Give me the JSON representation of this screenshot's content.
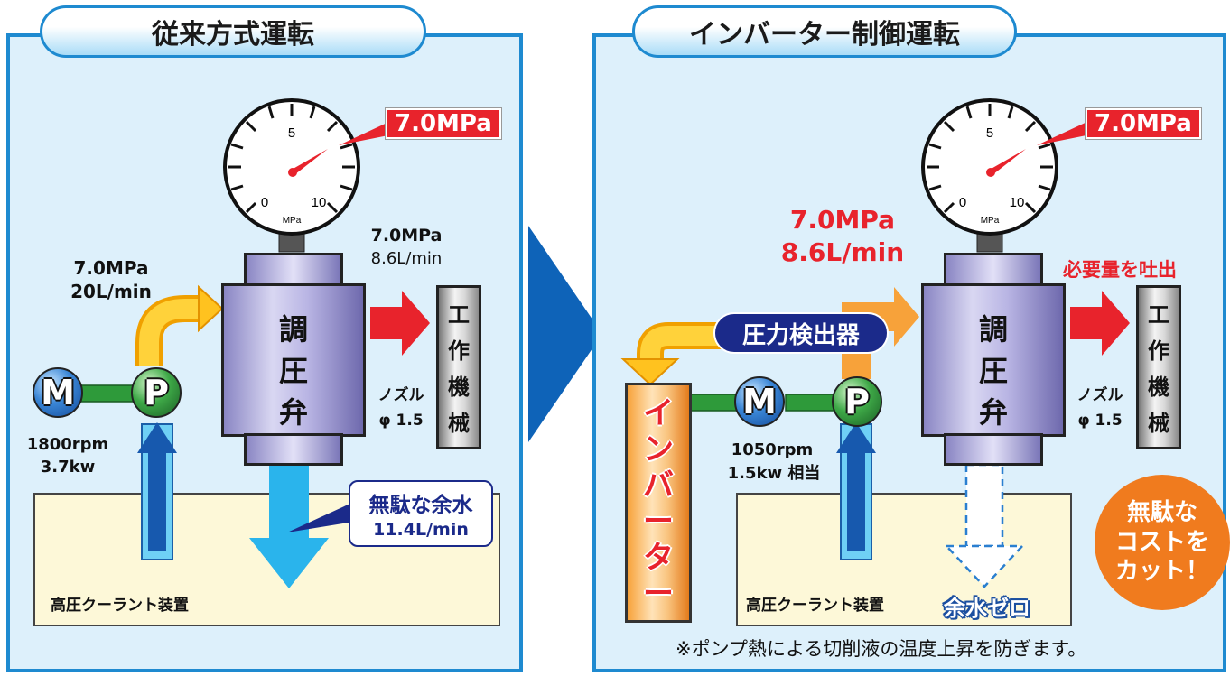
{
  "left": {
    "title": "従来方式運転",
    "gauge": {
      "tick0": "0",
      "tick5": "5",
      "tick10": "10",
      "unit": "MPa"
    },
    "pressure_tag": "7.0MPa",
    "inlet": {
      "pressure": "7.0MPa",
      "flow": "20L/min"
    },
    "outlet": {
      "pressure": "7.0MPa",
      "flow": "8.6L/min"
    },
    "valve_label": [
      "調",
      "圧",
      "弁"
    ],
    "machine_label": [
      "工",
      "作",
      "機",
      "械"
    ],
    "nozzle": {
      "name": "ノズル",
      "size": "φ 1.5"
    },
    "motor": "M",
    "pump": "P",
    "motor_spec": {
      "rpm": "1800rpm",
      "power": "3.7kw"
    },
    "waste_callout": {
      "title": "無駄な余水",
      "flow": "11.4L/min"
    },
    "tank_label": "高圧クーラント装置"
  },
  "right": {
    "title": "インバーター制御運転",
    "gauge": {
      "tick0": "0",
      "tick5": "5",
      "tick10": "10",
      "unit": "MPa"
    },
    "pressure_tag": "7.0MPa",
    "setpoint": {
      "pressure": "7.0MPa",
      "flow": "8.6L/min"
    },
    "demand_text": "必要量を吐出",
    "sensor_label": "圧力検出器",
    "inverter_label": [
      "イ",
      "ン",
      "バ",
      "ー",
      "タ",
      "ー"
    ],
    "valve_label": [
      "調",
      "圧",
      "弁"
    ],
    "machine_label": [
      "工",
      "作",
      "機",
      "械"
    ],
    "nozzle": {
      "name": "ノズル",
      "size": "φ 1.5"
    },
    "motor": "M",
    "pump": "P",
    "motor_spec": {
      "rpm": "1050rpm",
      "power": "1.5kw 相当"
    },
    "tank_label": "高圧クーラント装置",
    "zero_waste": "余水ゼロ",
    "cost_badge": [
      "無駄な",
      "コストを",
      "カット！"
    ],
    "footnote": "※ポンプ熱による切削液の温度上昇を防ぎます。"
  },
  "colors": {
    "frame": "#1e8ad0",
    "panel_bg": "#ddf0fb",
    "accent_red": "#e8232c",
    "navy": "#1b2a8a",
    "orange": "#f07b1e"
  }
}
